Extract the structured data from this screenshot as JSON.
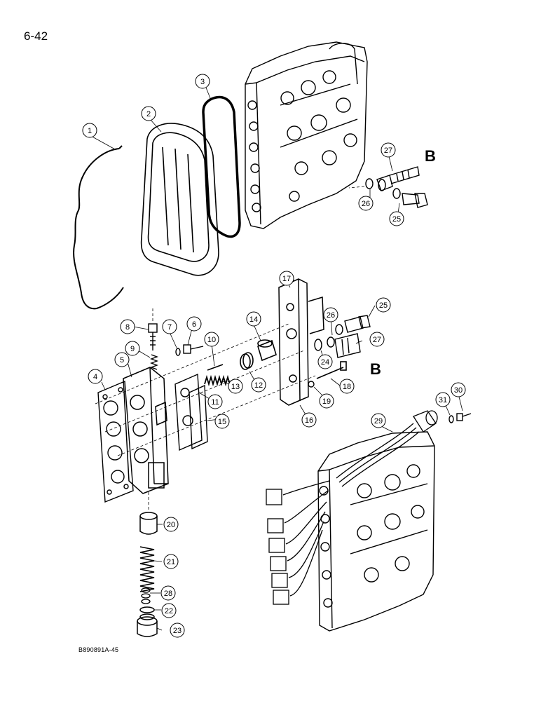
{
  "page_number": "6-42",
  "figure_code": "B890891A-45",
  "section_marker": "B",
  "callouts": [
    "1",
    "2",
    "3",
    "4",
    "5",
    "6",
    "7",
    "8",
    "9",
    "10",
    "11",
    "12",
    "13",
    "14",
    "15",
    "16",
    "17",
    "18",
    "19",
    "20",
    "21",
    "22",
    "23",
    "24",
    "25",
    "26",
    "27",
    "28",
    "29",
    "30",
    "31"
  ]
}
